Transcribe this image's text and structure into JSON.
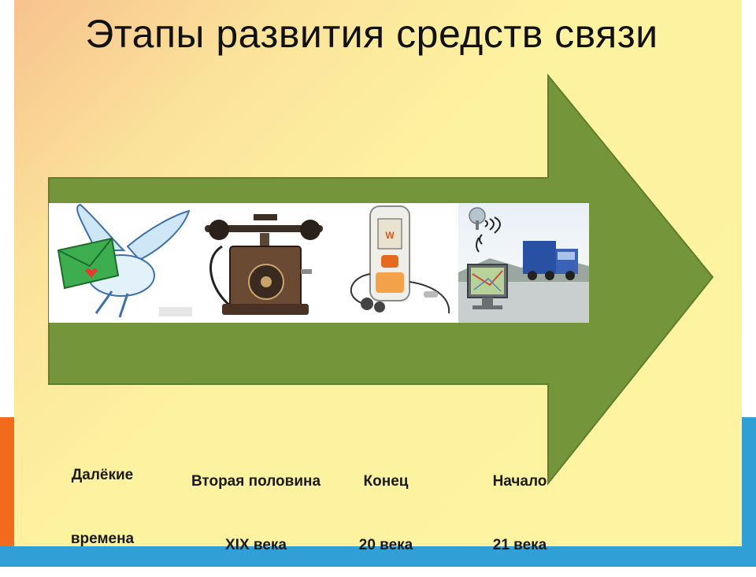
{
  "title": "Этапы развития средств связи",
  "stages": [
    {
      "line1": "Далёкие",
      "line2": "времена",
      "icon": "carrier-pigeon-icon"
    },
    {
      "line1": "Вторая половина",
      "line2": "XIX века",
      "icon": "antique-telephone-icon"
    },
    {
      "line1": "Конец",
      "line2": "20 века",
      "icon": "mobile-phone-icon"
    },
    {
      "line1": "Начало",
      "line2": "21 века",
      "icon": "satellite-navigation-icon"
    }
  ],
  "colors": {
    "arrow": "#75953b",
    "arrow_outline": "#5f7d2c",
    "slide_bg": "#fdf3a1",
    "accent_blue": "#2f9fd6",
    "accent_orange": "#f26b1d"
  }
}
